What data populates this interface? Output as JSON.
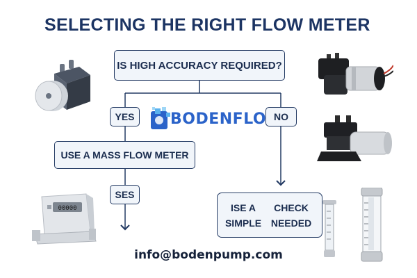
{
  "title": "SELECTING THE RIGHT FLOW METER",
  "question": "IS HIGH ACCURACY REQUIRED?",
  "yes_label": "YES",
  "no_label": "NO",
  "mass_flow": "USE A MASS FLOW METER",
  "ses_label": "SES",
  "check_line1": "ISE A SIMPLE",
  "check_line2": "CHECK NEEDED",
  "logo_text": "BODENFLO",
  "email": "info@bodenpump.com",
  "colors": {
    "title": "#1c3463",
    "border": "#233a63",
    "box_fill": "#f1f5fa",
    "logo": "#2b63c9"
  },
  "icons": [
    "diaphragm-pump-icon",
    "flow-meter-device-icon",
    "black-pump-icon",
    "mounted-pump-icon",
    "syringe-flow-tube-icon",
    "rotameter-icon",
    "bodenflo-logo-icon"
  ]
}
